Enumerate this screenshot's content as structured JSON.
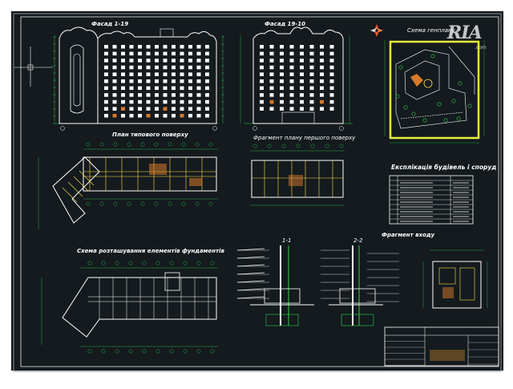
{
  "colors": {
    "background": "#ffffff",
    "canvas": "#141a1e",
    "frame_outer": "#9aa0a4",
    "drawing_lines": "#ffffff",
    "dimension_lines": "#2fd14a",
    "wall_lines": "#ffe04a",
    "highlight": "#e6f23a",
    "accent_windows": "#d57a2a"
  },
  "drawing": {
    "facade_1_19": "Фасад 1-19",
    "facade_19_10": "Фасад 19-10",
    "site_plan": "Схема генплану",
    "typical_floor_plan": "План типового поверху",
    "first_floor_fragment": "Фрагмент плану першого поверху",
    "foundation_scheme": "Схема розташування елементів фундаментів",
    "section_1_1": "1-1",
    "section_2_2": "2-2",
    "explication_title": "Експлікація будівель і споруд",
    "entrance_fragment": "Фрагмент входу"
  },
  "logo": {
    "text": "RIA",
    "domain": ".com"
  },
  "icons": {
    "north_arrow": "north-arrow-icon",
    "crosshair": "crosshair-cursor-icon"
  }
}
